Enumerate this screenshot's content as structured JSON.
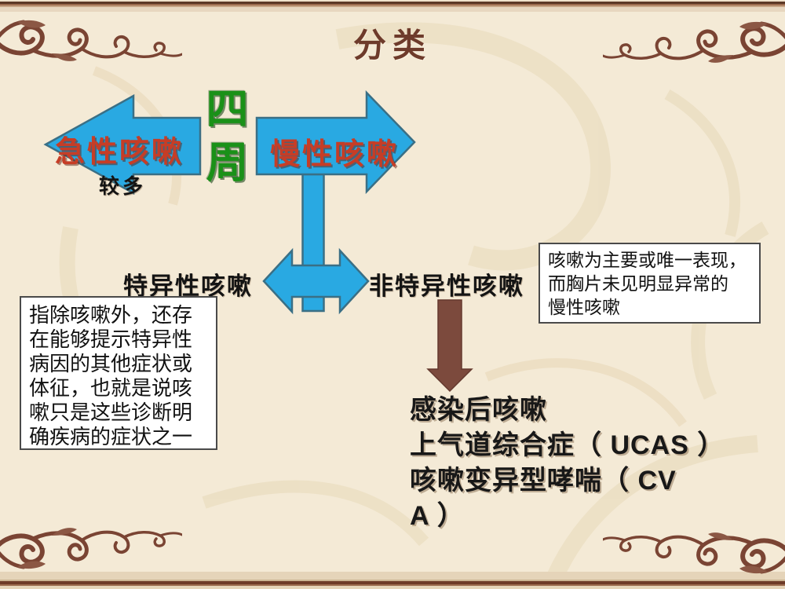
{
  "slide": {
    "title": "分类",
    "arrows": {
      "acute_label": "急性咳嗽",
      "chronic_label": "慢性咳嗽",
      "duration_label": "四周",
      "acute_note": "较多",
      "specific_label": "特异性咳嗽",
      "nonspecific_label": "非特异性咳嗽"
    },
    "nonspecific_definition_box": {
      "lines": [
        "咳嗽为主要或唯一表现，",
        "而胸片未见明显异常的",
        "慢性咳嗽"
      ]
    },
    "specific_definition_box": {
      "lines": [
        "指除咳嗽外，还存",
        "在能够提示特异性",
        "病因的其他症状或",
        "体征，也就是说咳",
        "嗽只是这些诊断明",
        "确疾病的症状之一"
      ]
    },
    "nonspecific_examples": {
      "lines": [
        "感染后咳嗽",
        "上气道综合症（ UCAS ）",
        "咳嗽变异型哮喘（ CV",
        "A ）"
      ]
    },
    "colors": {
      "background": "#F4EAD6",
      "arrow_blue": "#29A9E2",
      "arrow_blue_outline": "#3A6F85",
      "label_red": "#C63D26",
      "duration_green": "#1A9118",
      "title_brown": "#6E3B2B",
      "down_arrow_brown": "#7C4A3D",
      "flourish_brown": "#7A4433",
      "text_black": "#1A1A1A",
      "box_background": "#FFFFFF"
    }
  }
}
